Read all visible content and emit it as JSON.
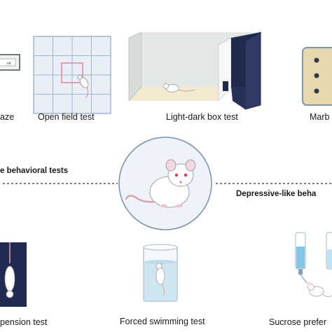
{
  "top_tests": [
    {
      "id": "maze",
      "label": "aze",
      "inner_text": "ed"
    },
    {
      "id": "open_field",
      "label": "Open field test"
    },
    {
      "id": "light_dark",
      "label": "Light-dark box test"
    },
    {
      "id": "marble",
      "label": "Marb"
    }
  ],
  "divider": {
    "left_title": "e behavioral tests",
    "right_title": "Depressive-like beha"
  },
  "bottom_tests": [
    {
      "id": "tail_suspension",
      "label": "pension test"
    },
    {
      "id": "forced_swim",
      "label": "Forced swimming test"
    },
    {
      "id": "sucrose",
      "label": "Sucrose prefer"
    }
  ],
  "colors": {
    "divider_line": "#333333",
    "grid_bg": "#e9eff6",
    "grid_line": "#9fb6cc",
    "center_square": "#e48aa0",
    "box_wall": "#d7dcd8",
    "box_floor": "#f3ead2",
    "dark_box": "#1f2a4d",
    "marble_tray": "#e7d9ad",
    "tail_bg": "#1f2b52",
    "water": "#cfe6f1",
    "circle_bg": "#eef3f9",
    "circle_border": "#7a8fb3"
  }
}
